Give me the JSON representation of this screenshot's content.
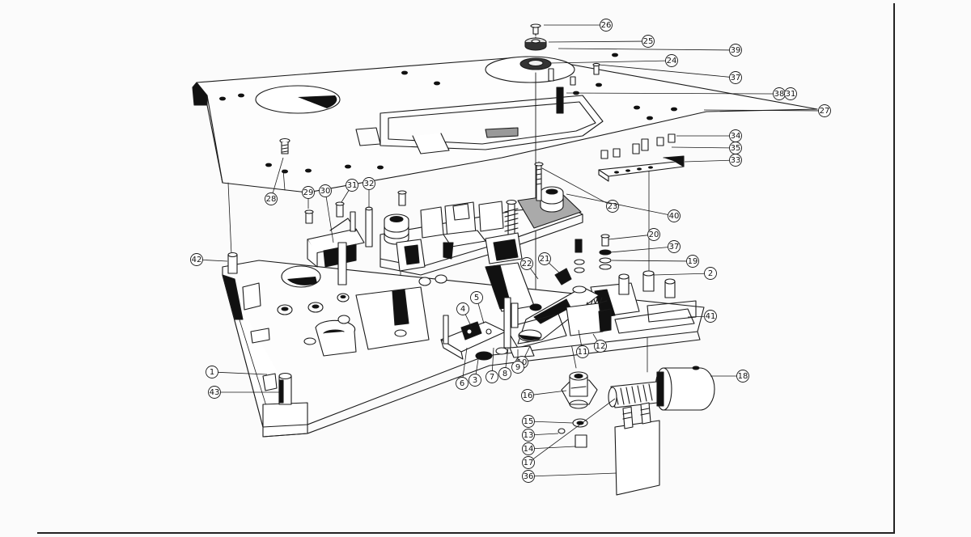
{
  "diagram": {
    "type": "exploded-assembly-drawing",
    "callouts": [
      {
        "label": "26"
      },
      {
        "label": "25"
      },
      {
        "label": "39"
      },
      {
        "label": "24"
      },
      {
        "label": "37"
      },
      {
        "label": "38"
      },
      {
        "label": "31"
      },
      {
        "label": "27"
      },
      {
        "label": "34"
      },
      {
        "label": "35"
      },
      {
        "label": "33"
      },
      {
        "label": "28"
      },
      {
        "label": "29"
      },
      {
        "label": "30"
      },
      {
        "label": "31"
      },
      {
        "label": "32"
      },
      {
        "label": "23"
      },
      {
        "label": "40"
      },
      {
        "label": "20"
      },
      {
        "label": "37"
      },
      {
        "label": "19"
      },
      {
        "label": "2"
      },
      {
        "label": "42"
      },
      {
        "label": "22"
      },
      {
        "label": "21"
      },
      {
        "label": "41"
      },
      {
        "label": "4"
      },
      {
        "label": "5"
      },
      {
        "label": "10"
      },
      {
        "label": "11"
      },
      {
        "label": "12"
      },
      {
        "label": "6"
      },
      {
        "label": "3"
      },
      {
        "label": "7"
      },
      {
        "label": "8"
      },
      {
        "label": "9"
      },
      {
        "label": "1"
      },
      {
        "label": "43"
      },
      {
        "label": "16"
      },
      {
        "label": "18"
      },
      {
        "label": "15"
      },
      {
        "label": "13"
      },
      {
        "label": "14"
      },
      {
        "label": "17"
      },
      {
        "label": "36"
      }
    ]
  },
  "colors": {
    "line": "#1a1a1a",
    "paper": "#fbfbfb",
    "fill_dark": "#111111",
    "fill_mid": "#9a9a9a"
  }
}
